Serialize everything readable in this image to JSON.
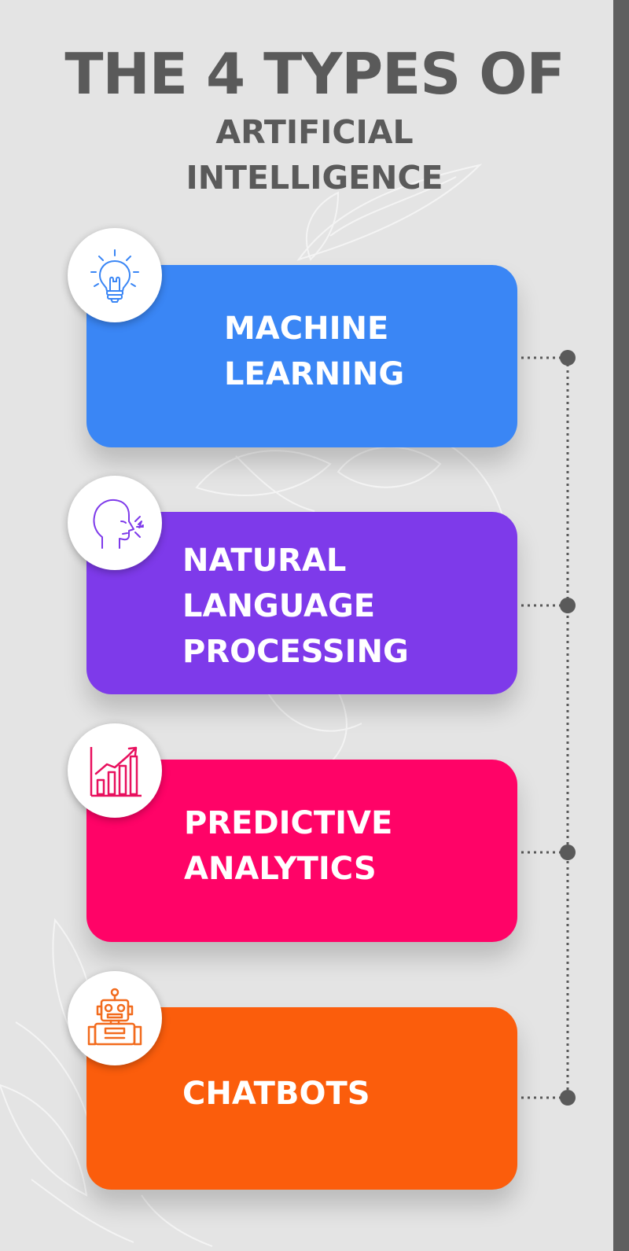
{
  "title": {
    "line1": "THE 4 TYPES OF",
    "line2": "ARTIFICIAL",
    "line3": "INTELLIGENCE"
  },
  "cards": [
    {
      "lines": [
        "MACHINE",
        "LEARNING"
      ],
      "color": "#3a86f5",
      "icon": "lightbulb-icon",
      "icon_color": "#3a86f5"
    },
    {
      "lines": [
        "NATURAL",
        "LANGUAGE",
        "PROCESSING"
      ],
      "color": "#7e3aea",
      "icon": "speaking-head-icon",
      "icon_color": "#7e3aea"
    },
    {
      "lines": [
        "PREDICTIVE",
        "ANALYTICS"
      ],
      "color": "#ff0367",
      "icon": "bar-chart-growth-icon",
      "icon_color": "#e8105e"
    },
    {
      "lines": [
        "CHATBOTS"
      ],
      "color": "#fb5d0c",
      "icon": "robot-icon",
      "icon_color": "#f26b1d"
    }
  ],
  "colors": {
    "background": "#e4e4e4",
    "title": "#5a5a5a",
    "side_bar": "#5f5f5f",
    "connector": "#5a5a5a"
  }
}
